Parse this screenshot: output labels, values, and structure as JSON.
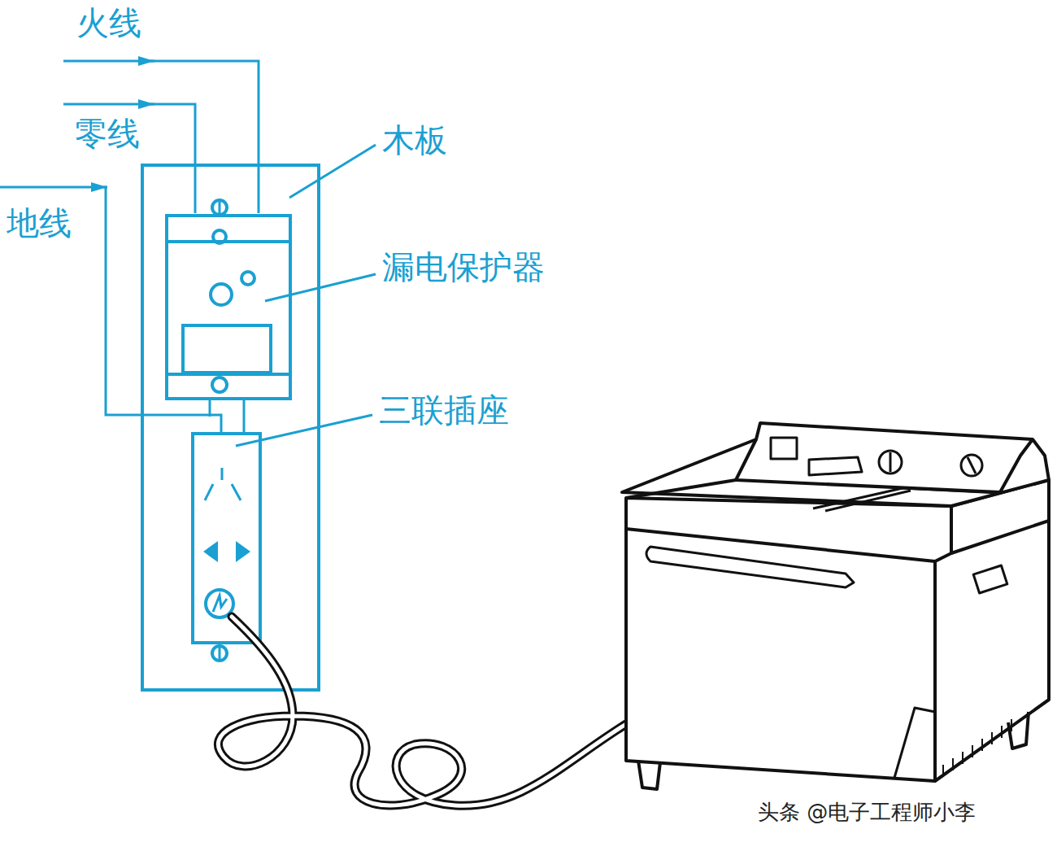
{
  "diagram": {
    "labels": [
      "火线",
      "零线",
      "地线",
      "木板",
      "漏电保护器",
      "三联插座",
      "头条 @电子工程师小李"
    ]
  }
}
